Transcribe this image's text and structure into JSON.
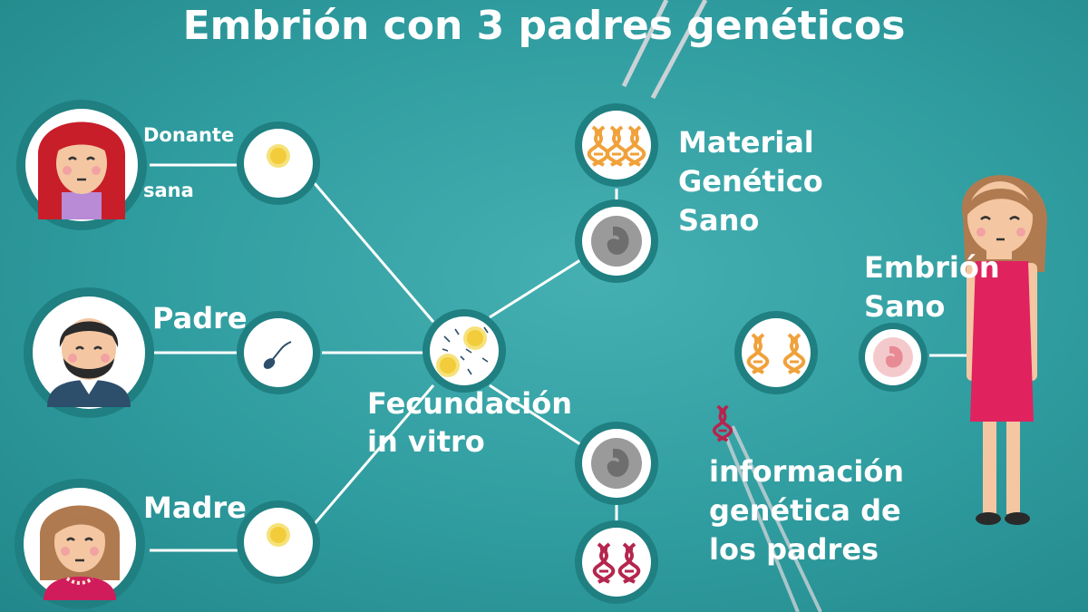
{
  "title": "Embrión con 3 padres genéticos",
  "labels": {
    "donor_line1": "Donante",
    "donor_line2": "sana",
    "father": "Padre",
    "mother": "Madre",
    "ivf_line1": "Fecundación",
    "ivf_line2": "in vitro",
    "healthy_material_line1": "Material",
    "healthy_material_line2": "Genético",
    "healthy_material_line3": "Sano",
    "healthy_embryo_line1": "Embrión",
    "healthy_embryo_line2": "Sano",
    "parents_info_line1": "información",
    "parents_info_line2": "genética de",
    "parents_info_line3": "los padres"
  },
  "colors": {
    "background": "#2f9c9f",
    "node_ring": "#1f7f81",
    "line": "#ffffff",
    "dna_healthy": "#f0a13a",
    "dna_parents": "#b5254d",
    "egg": "#f3cc3c",
    "dress": "#e0225f"
  },
  "icons": [
    "donor-avatar-icon",
    "father-avatar-icon",
    "mother-avatar-icon",
    "egg-icon",
    "sperm-icon",
    "fertilization-icon",
    "embryo-icon",
    "dna-icon",
    "woman-figure-icon",
    "tweezers-icon"
  ]
}
